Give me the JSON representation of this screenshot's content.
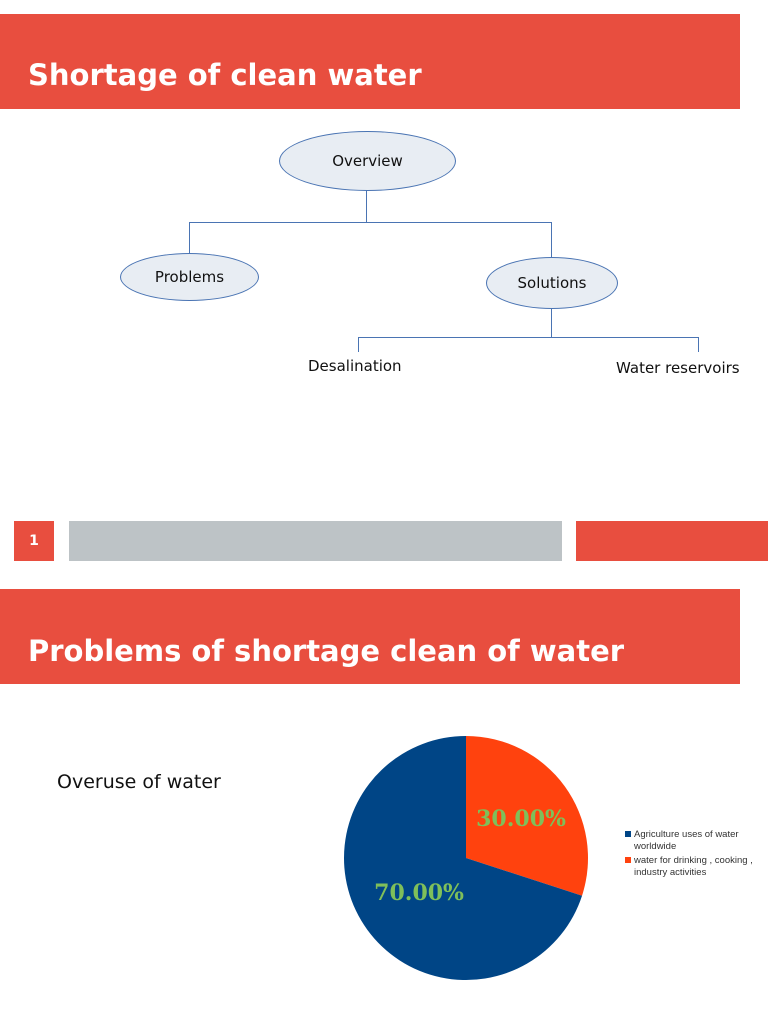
{
  "slide1": {
    "title": "Shortage of clean water",
    "tree": {
      "root": "Overview",
      "left": "Problems",
      "right": "Solutions",
      "leaf_left": "Desalination",
      "leaf_right": "Water reservoirs"
    }
  },
  "footer": {
    "page_number": "1"
  },
  "slide2": {
    "title": "Problems of shortage clean of water",
    "bullet": "Overuse of water"
  },
  "chart_data": {
    "type": "pie",
    "slices": [
      {
        "label": "Agriculture uses of water worldwide",
        "value": 70.0,
        "data_label": "70.00%",
        "color": "#004586"
      },
      {
        "label": "water for drinking , cooking , industry activities",
        "value": 30.0,
        "data_label": "30.00%",
        "color": "#ff420e"
      }
    ],
    "data_label_color": "#7fbf5a",
    "legend": {
      "placement": "right",
      "lines": [
        [
          "Agriculture uses of water",
          "worldwide"
        ],
        [
          "water for drinking , cooking ,",
          "industry activities"
        ]
      ]
    }
  }
}
